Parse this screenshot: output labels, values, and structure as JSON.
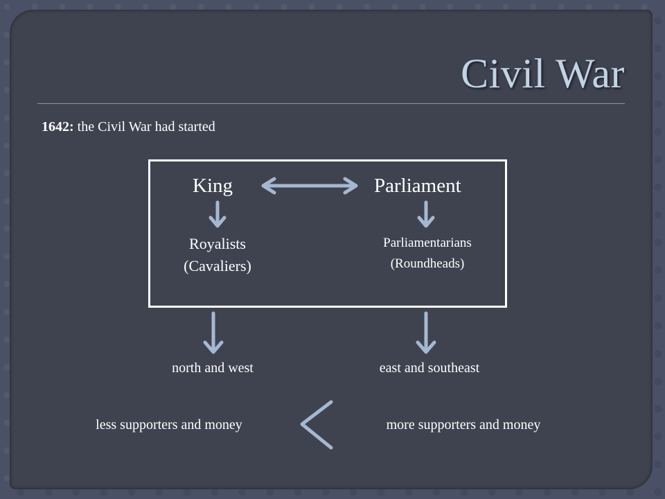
{
  "slide": {
    "title": "Civil War",
    "intro_year": "1642:",
    "intro_text": " the Civil War had started"
  },
  "diagram": {
    "king": "King",
    "parliament": "Parliament",
    "royalists_line1": "Royalists",
    "royalists_line2": "(Cavaliers)",
    "parliamentarians_line1": "Parliamentarians",
    "parliamentarians_line2": "(Roundheads)",
    "royalist_regions": "north and west",
    "parliament_regions": "east and southeast",
    "royalist_resources": "less supporters and money",
    "parliament_resources": "more supporters and money",
    "comparison_symbol": "less-than",
    "arrow_color": "#a6b7d1"
  }
}
